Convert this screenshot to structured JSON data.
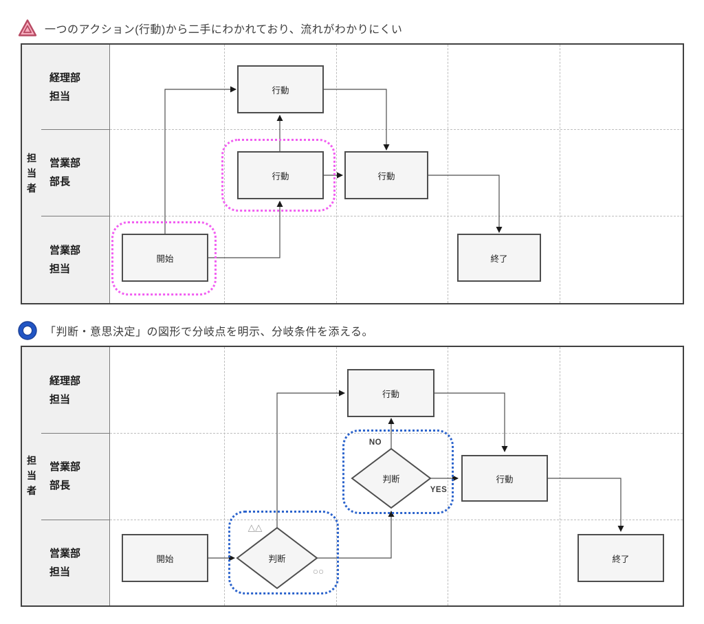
{
  "s1": {
    "icon": "warning-triangle",
    "title": "一つのアクション(行動)から二手にわかれており、流れがわかりにくい",
    "lane_header": "担\n当\n者",
    "lanes": [
      "経理部\n担当",
      "営業部\n部長",
      "営業部\n担当"
    ],
    "nodes": [
      {
        "name": "start",
        "label": "開始"
      },
      {
        "name": "action-accounting",
        "label": "行動"
      },
      {
        "name": "action-manager-left",
        "label": "行動"
      },
      {
        "name": "action-manager-right",
        "label": "行動"
      },
      {
        "name": "end",
        "label": "終了"
      }
    ]
  },
  "s2": {
    "icon": "blue-ring",
    "title": "「判断・意思決定」の図形で分岐点を明示、分岐条件を添える。",
    "lane_header": "担\n当\n者",
    "lanes": [
      "経理部\n担当",
      "営業部\n部長",
      "営業部\n担当"
    ],
    "nodes": [
      {
        "name": "start",
        "label": "開始"
      },
      {
        "name": "decision-staff",
        "label": "判断"
      },
      {
        "name": "decision-manager",
        "label": "判断"
      },
      {
        "name": "action-accounting",
        "label": "行動"
      },
      {
        "name": "action-manager",
        "label": "行動"
      },
      {
        "name": "end",
        "label": "終了"
      }
    ],
    "branch_labels": [
      {
        "name": "decision-staff-up",
        "label": "△△"
      },
      {
        "name": "decision-staff-right",
        "label": "○○"
      },
      {
        "name": "decision-manager-up",
        "label": "NO"
      },
      {
        "name": "decision-manager-right",
        "label": "YES"
      }
    ]
  },
  "colors": {
    "node_fill": "#f5f5f5",
    "node_border": "#4d4d4d",
    "lane_bg": "#f0f0f0",
    "grid_dash": "#bdbdbd",
    "outer_border": "#404040",
    "wire": "#4d4d4d",
    "highlight_pink": "#f15ef1",
    "highlight_blue": "#2b63cc",
    "branch_gray": "#9a9a9a",
    "warning_fill": "#f7afc0",
    "warning_stroke": "#b84a63",
    "ring_blue": "#2155c4"
  }
}
